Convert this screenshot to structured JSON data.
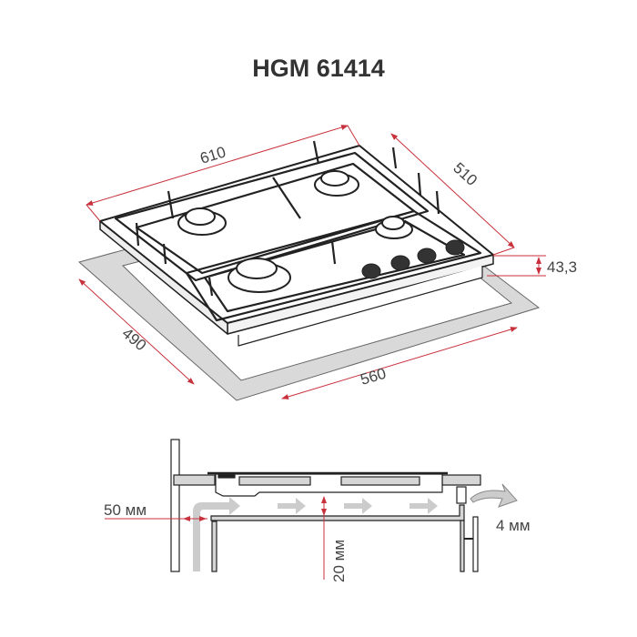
{
  "title": "HGM 61414",
  "dimensions": {
    "width": "610",
    "depth": "510",
    "height": "43,3",
    "cutout_depth": "490",
    "cutout_width": "560"
  },
  "installation": {
    "side_gap": "50 мм",
    "air_gap": "20 мм",
    "rear_gap": "4 мм"
  },
  "colors": {
    "dimension_line": "#c8323c",
    "cutout": "#d9d9d9",
    "outline": "#222222"
  }
}
